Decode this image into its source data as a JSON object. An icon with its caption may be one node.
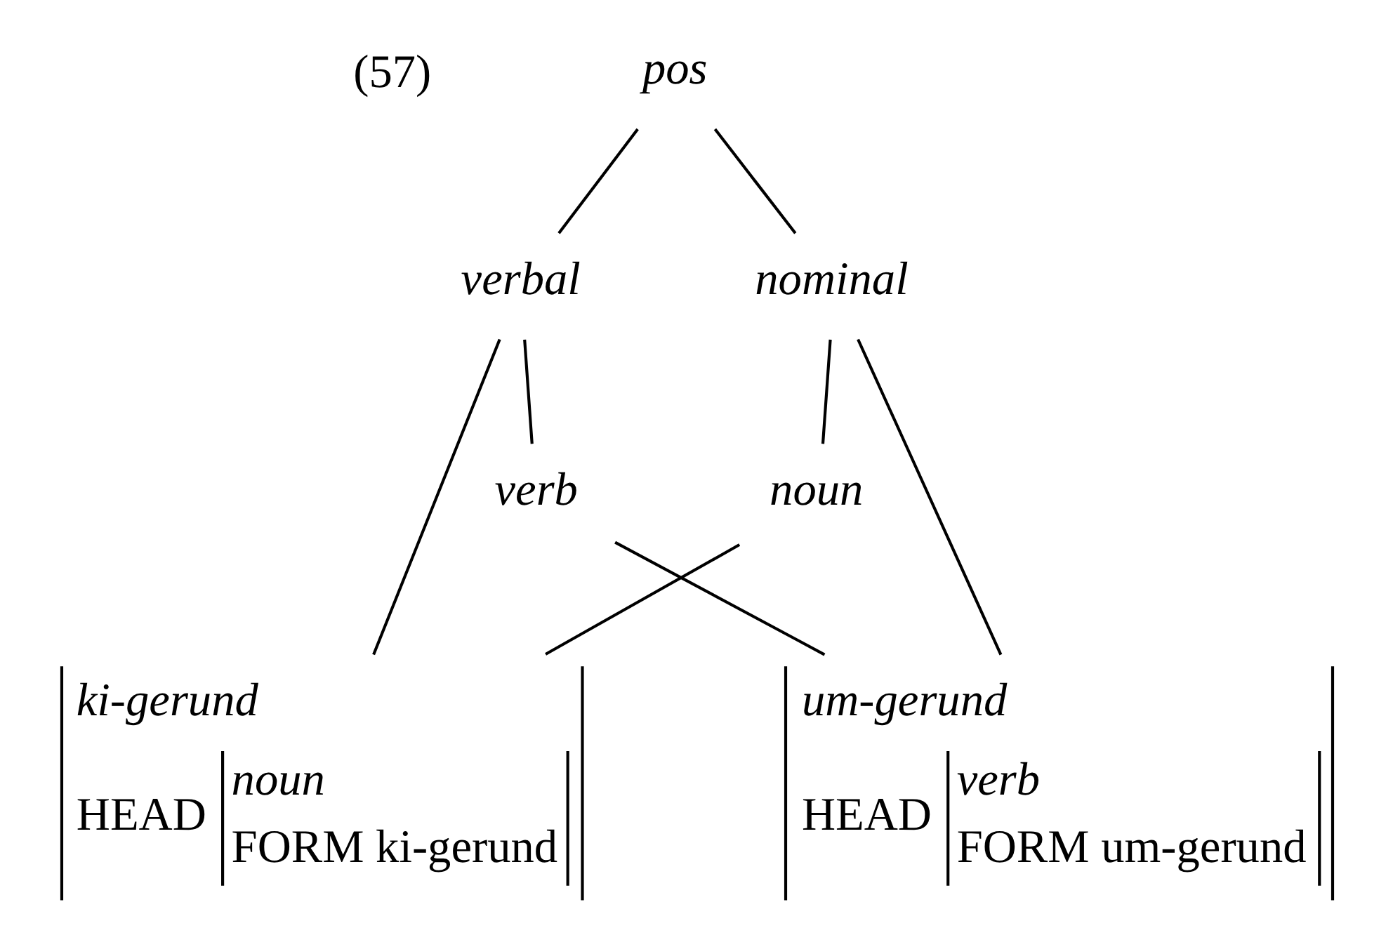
{
  "diagram": {
    "nodes": [
      {
        "text": [
          "pos"
        ]
      },
      {
        "text": [
          "nominal"
        ]
      },
      {
        "text": [
          "verbal"
        ]
      },
      {
        "text": [
          "noun"
        ]
      },
      {
        "text": [
          "verb"
        ]
      },
      {
        "text": [
          "ki-gerund",
          "HEAD",
          "noun",
          "FORM ki-gerund"
        ]
      },
      {
        "text": [
          "um-gerund",
          "HEAD",
          "verb",
          "FORM um-gerund"
        ]
      }
    ],
    "edges": [
      {
        "from": 0,
        "to": 1,
        "arrow": "none"
      },
      {
        "from": 0,
        "to": 2,
        "arrow": "none"
      },
      {
        "from": 1,
        "to": 3,
        "arrow": "none"
      },
      {
        "from": 3,
        "to": 5,
        "arrow": "none"
      },
      {
        "from": 2,
        "to": 5,
        "arrow": "none"
      },
      {
        "from": 2,
        "to": 4,
        "arrow": "none"
      },
      {
        "from": 1,
        "to": 6,
        "arrow": "none"
      },
      {
        "from": 4,
        "to": 6,
        "arrow": "none"
      }
    ],
    "labels": [
      "(57)"
    ]
  }
}
